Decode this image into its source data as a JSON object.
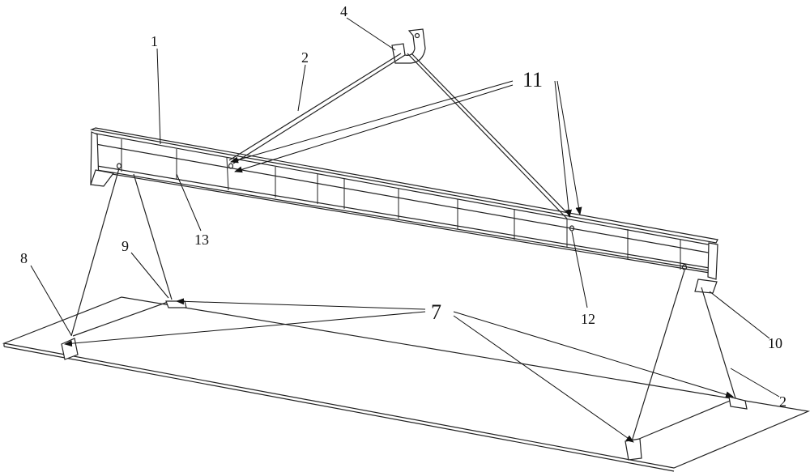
{
  "figure": {
    "labels": {
      "hook": "4",
      "beam": "1",
      "sling_upper": "2",
      "lug_upper": "11",
      "stiffener": "13",
      "plate_clamp_left": "8",
      "plate_clamp_back": "9",
      "clamp": "7",
      "lug_mid": "12",
      "end_bracket": "10",
      "sling_lower": "2"
    },
    "colors": {
      "line": "#222222",
      "background": "#ffffff"
    }
  }
}
